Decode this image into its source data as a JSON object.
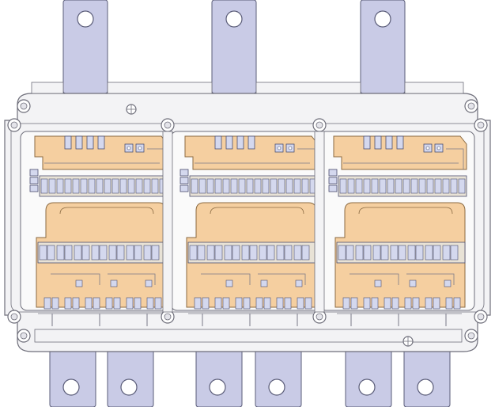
{
  "figure": {
    "kind": "power-module-layout",
    "modules": 3,
    "top_terminals": 3,
    "bottom_terminals": 6,
    "mounting_holes": 12
  },
  "colors": {
    "background": "#ffffff",
    "housing": "#f3f3f5",
    "housing_edge": "#6e6e7a",
    "terminal": "#c9cbe6",
    "terminal_edge": "#5a5c78",
    "substrate": "#f5cfa0",
    "substrate_edge": "#8a6a42",
    "chip": "#d4d8ee",
    "chip_edge": "#4a4e6e",
    "wire": "#7a7a88"
  }
}
